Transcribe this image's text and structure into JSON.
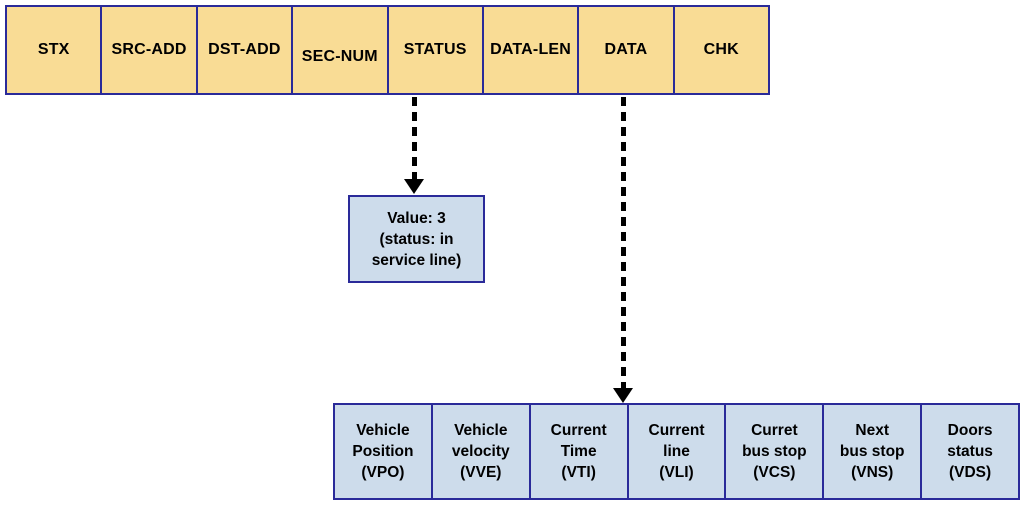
{
  "frame": {
    "fields": [
      "STX",
      "SRC-ADD",
      "DST-ADD",
      "SEC-NUM",
      "STATUS",
      "DATA-LEN",
      "DATA",
      "CHK"
    ]
  },
  "status_detail": {
    "text": "Value: 3\n(status: in\nservice line)"
  },
  "data_detail": {
    "fields": [
      "Vehicle\nPosition\n(VPO)",
      "Vehicle\nvelocity\n(VVE)",
      "Current\nTime\n(VTI)",
      "Current\nline\n(VLI)",
      "Curret\nbus stop\n(VCS)",
      "Next\nbus stop\n(VNS)",
      "Doors\nstatus\n(VDS)"
    ]
  },
  "colors": {
    "field_fill": "#F9DC95",
    "detail_fill": "#CDDCEB",
    "border": "#2A2A99",
    "arrow": "#000000"
  }
}
